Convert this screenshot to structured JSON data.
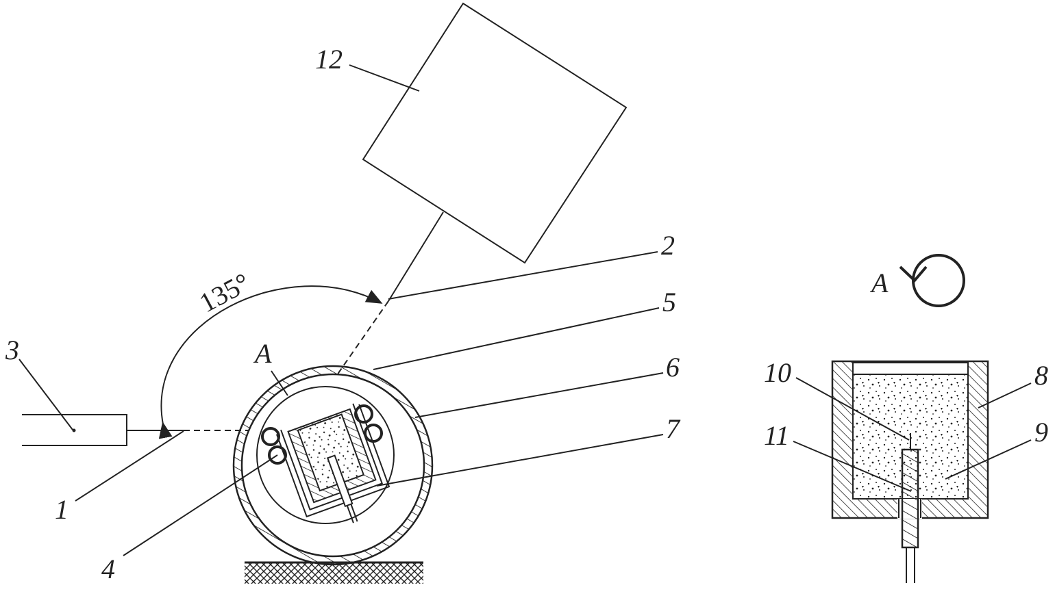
{
  "labels": {
    "l1": "1",
    "l2": "2",
    "l3": "3",
    "l4": "4",
    "l5": "5",
    "l6": "6",
    "l7": "7",
    "l8": "8",
    "l9": "9",
    "l10": "10",
    "l11": "11",
    "l12": "12",
    "view_a": "A",
    "view_a_detail": "A"
  },
  "angle_label": "135°"
}
